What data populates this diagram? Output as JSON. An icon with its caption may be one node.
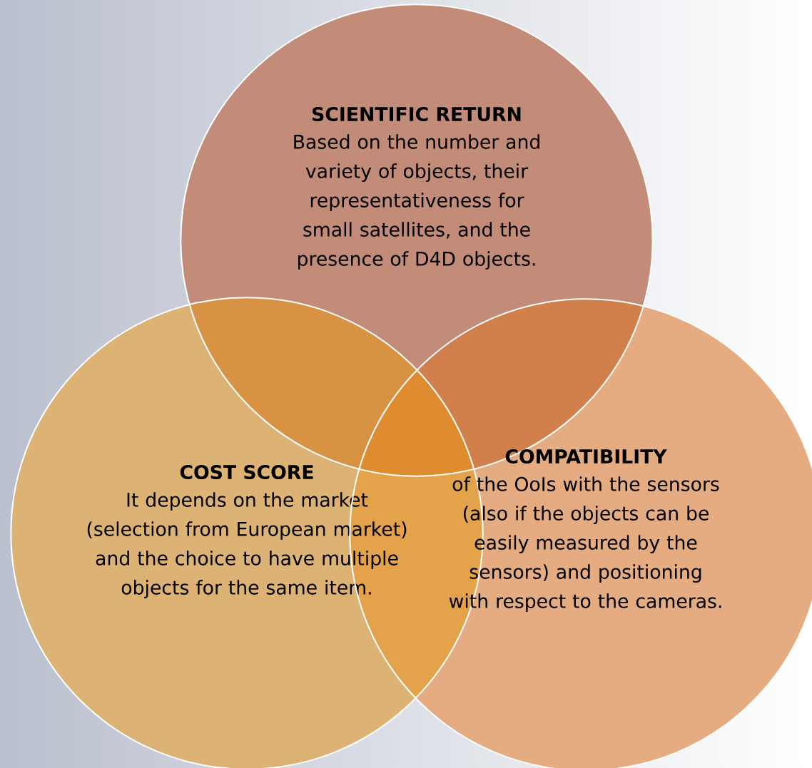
{
  "diagram": {
    "nodes": [
      {
        "text": [
          "SCIENTIFIC RETURN",
          "Based on the number and variety of objects, their representativeness for small satellites, and the presence of D4D objects."
        ]
      },
      {
        "text": [
          "COST SCORE",
          "It depends on the market (selection from European market) and the choice to have multiple objects for the same item."
        ]
      },
      {
        "text": [
          "COMPATIBILITY",
          "of the OoIs with the sensors (also if the objects can be easily measured by the sensors) and positioning with respect to the cameras."
        ]
      }
    ]
  }
}
